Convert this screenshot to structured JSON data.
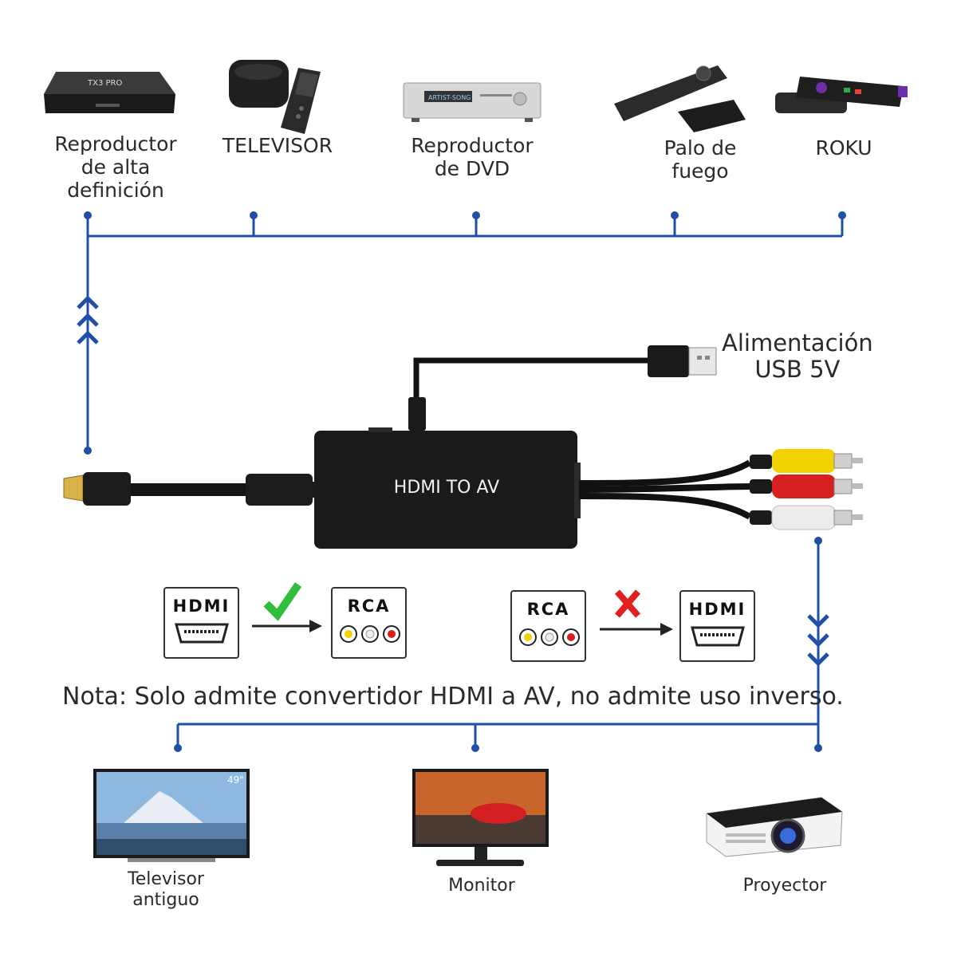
{
  "source_devices": [
    {
      "name": "hd-player",
      "label": [
        "Reproductor",
        "de alta",
        "definición"
      ]
    },
    {
      "name": "apple-tv",
      "label": [
        "TELEVISOR"
      ]
    },
    {
      "name": "dvd-player",
      "label": [
        "Reproductor",
        "de DVD"
      ]
    },
    {
      "name": "fire-stick",
      "label": [
        "Palo de",
        "fuego"
      ]
    },
    {
      "name": "roku",
      "label": [
        "ROKU"
      ]
    }
  ],
  "device_text": {
    "tx_pro": "TX3 PRO",
    "dvd_display": "ARTIST-SONG",
    "tv_size": "49\""
  },
  "power": {
    "label": [
      "Alimentación",
      "USB 5V"
    ]
  },
  "converter": {
    "label": "HDMI TO AV"
  },
  "compat": {
    "supported": {
      "from": "HDMI",
      "to": "RCA"
    },
    "unsupported": {
      "from": "RCA",
      "to": "HDMI"
    }
  },
  "note": "Nota: Solo admite convertidor HDMI a AV, no admite uso inverso.",
  "output_devices": [
    {
      "name": "old-tv",
      "label": [
        "Televisor",
        "antiguo"
      ]
    },
    {
      "name": "monitor",
      "label": [
        "Monitor"
      ]
    },
    {
      "name": "projector",
      "label": [
        "Proyector"
      ]
    }
  ],
  "colors": {
    "line": "#1f4fa8",
    "check": "#2fbf3a",
    "cross": "#e02020",
    "rca_yellow": "#f1d300",
    "rca_red": "#d81f1f",
    "rca_white": "#ececec"
  }
}
